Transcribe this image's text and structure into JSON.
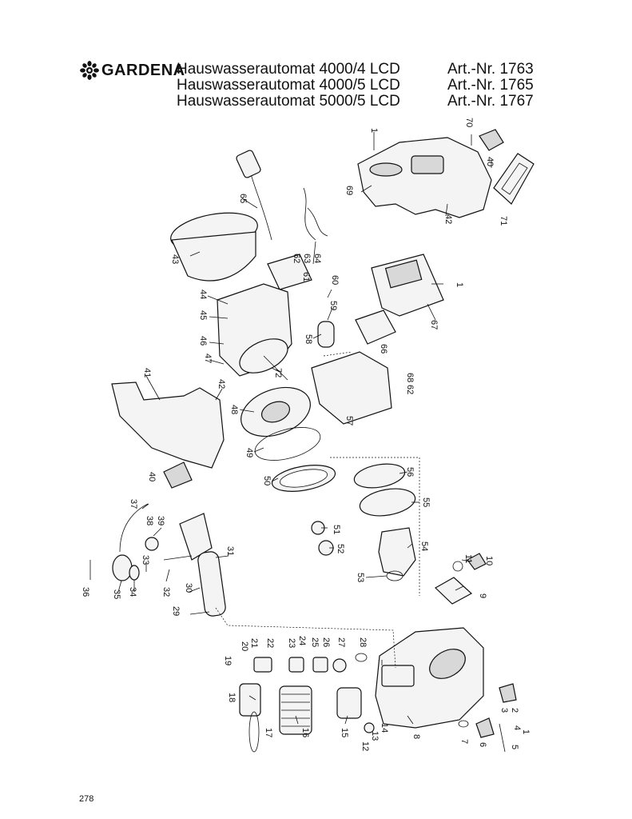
{
  "header": {
    "brand": "GARDENA",
    "logo_icon": "gardena-flower-logo-icon",
    "models": [
      {
        "name": "Hauswasserautomat 4000/4 LCD",
        "art_nr": "Art.-Nr. 1763"
      },
      {
        "name": "Hauswasserautomat 4000/5 LCD",
        "art_nr": "Art.-Nr. 1765"
      },
      {
        "name": "Hauswasserautomat 5000/5 LCD",
        "art_nr": "Art.-Nr. 1767"
      }
    ]
  },
  "diagram": {
    "type": "exploded-view",
    "part_numbers": [
      "1",
      "2",
      "3",
      "4",
      "5",
      "6",
      "7",
      "8",
      "9",
      "10",
      "11",
      "12",
      "13",
      "14",
      "15",
      "16",
      "17",
      "18",
      "19",
      "20",
      "21",
      "22",
      "23",
      "24",
      "25",
      "26",
      "27",
      "28",
      "29",
      "30",
      "31",
      "32",
      "33",
      "34",
      "35",
      "36",
      "37",
      "38",
      "39",
      "40",
      "41",
      "42",
      "43",
      "44",
      "45",
      "46",
      "47",
      "48",
      "49",
      "50",
      "51",
      "52",
      "53",
      "54",
      "55",
      "56",
      "57",
      "58",
      "59",
      "60",
      "61",
      "62",
      "63",
      "64",
      "65",
      "66",
      "67",
      "68",
      "69",
      "70",
      "71",
      "72"
    ]
  },
  "footer": {
    "page_number": "278"
  }
}
